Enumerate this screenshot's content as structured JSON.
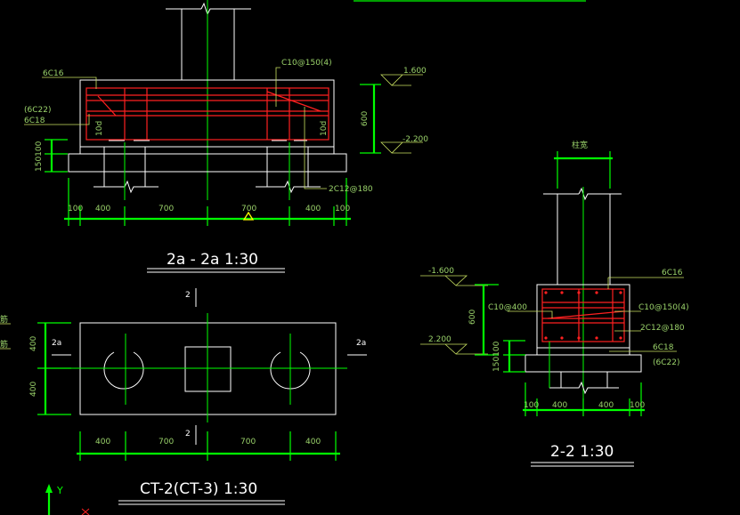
{
  "titles": {
    "section_2a": "2a - 2a 1:30",
    "plan": "CT-2(CT-3) 1:30",
    "section_2": "2-2 1:30"
  },
  "labels": {
    "rebar_6c16": "6C16",
    "rebar_6c22": "(6C22)",
    "rebar_6c18": "6C18",
    "stirrup_c10_150": "C10@150(4)",
    "rebar_2c12_180": "2C12@180",
    "stirrup_c10_400": "C10@400",
    "level_1600": "1.600",
    "level_neg2200": "-2.200",
    "level_neg1600": "-1.600",
    "level_2200": "2.200",
    "pile_d": "10d",
    "col_width": "柱宽",
    "section_mark_2": "2",
    "section_mark_2a": "2a",
    "dim_600": "600",
    "dim_150100": "150100",
    "dim_100": "100",
    "dim_400": "400",
    "dim_700": "700",
    "axis_y": "Y",
    "edge_jin_1": "筋",
    "edge_jin_2": "筋"
  },
  "colors": {
    "background": "#000000",
    "concrete": "#ffffff",
    "dimension": "#00ff00",
    "rebar": "#ff2020",
    "text": "#9ad26a",
    "marker": "#ffff00"
  }
}
